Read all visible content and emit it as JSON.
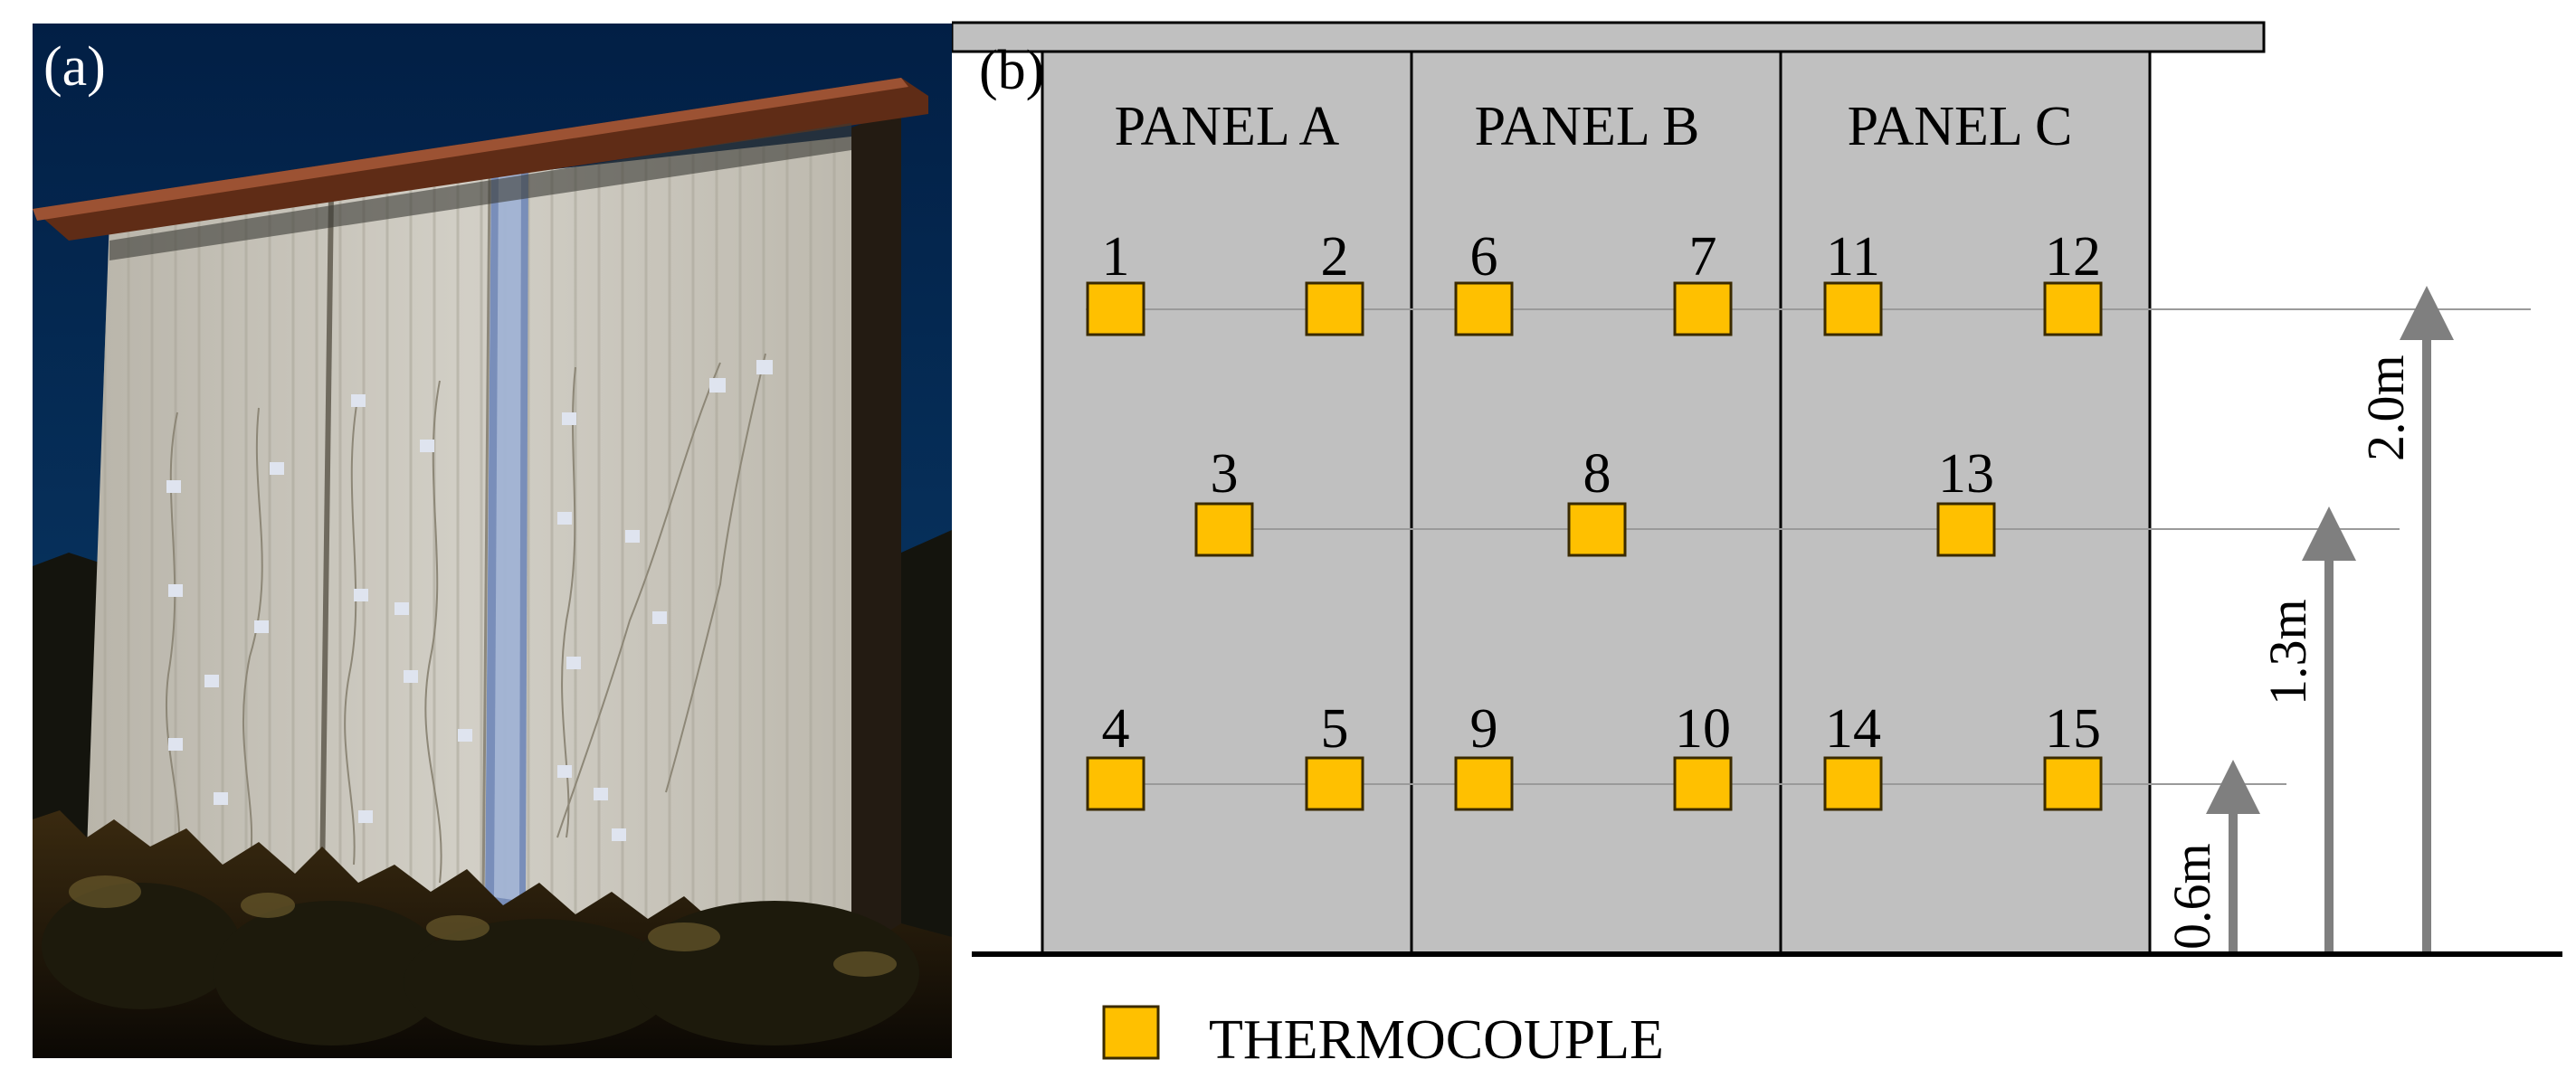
{
  "figure": {
    "part_a": {
      "label": "(a)"
    },
    "part_b": {
      "label": "(b)",
      "panels": [
        "PANEL A",
        "PANEL B",
        "PANEL C"
      ],
      "thermocouples": [
        {
          "id": "1",
          "panel": "PANEL A",
          "height_m": 2.0
        },
        {
          "id": "2",
          "panel": "PANEL A",
          "height_m": 2.0
        },
        {
          "id": "3",
          "panel": "PANEL A",
          "height_m": 1.3
        },
        {
          "id": "4",
          "panel": "PANEL A",
          "height_m": 0.6
        },
        {
          "id": "5",
          "panel": "PANEL A",
          "height_m": 0.6
        },
        {
          "id": "6",
          "panel": "PANEL B",
          "height_m": 2.0
        },
        {
          "id": "7",
          "panel": "PANEL B",
          "height_m": 2.0
        },
        {
          "id": "8",
          "panel": "PANEL B",
          "height_m": 1.3
        },
        {
          "id": "9",
          "panel": "PANEL B",
          "height_m": 0.6
        },
        {
          "id": "10",
          "panel": "PANEL B",
          "height_m": 0.6
        },
        {
          "id": "11",
          "panel": "PANEL C",
          "height_m": 2.0
        },
        {
          "id": "12",
          "panel": "PANEL C",
          "height_m": 2.0
        },
        {
          "id": "13",
          "panel": "PANEL C",
          "height_m": 1.3
        },
        {
          "id": "14",
          "panel": "PANEL C",
          "height_m": 0.6
        },
        {
          "id": "15",
          "panel": "PANEL C",
          "height_m": 0.6
        }
      ],
      "height_markers": [
        "0.6m",
        "1.3m",
        "2.0m"
      ],
      "legend": "THERMOCOUPLE"
    }
  },
  "colors": {
    "panel_fill": "#c0c0c0",
    "thermocouple_fill": "#ffc000",
    "arrow": "#7f7f7f",
    "sky": "#06335e",
    "wall": "#c9c7bd",
    "roof": "#7a3a22"
  }
}
